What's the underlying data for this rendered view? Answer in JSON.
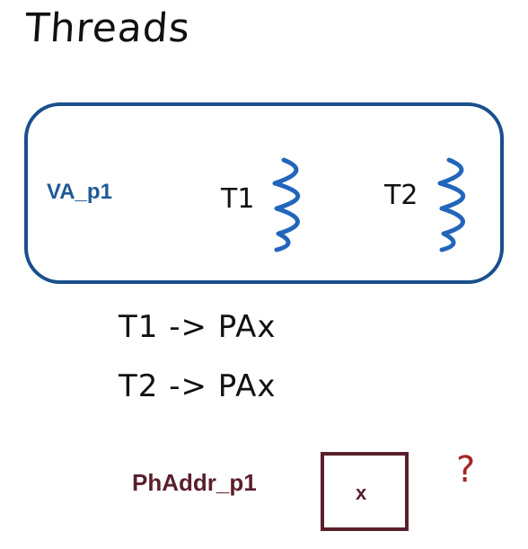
{
  "title": "Threads",
  "process": {
    "va_label": "VA_p1",
    "threads": [
      {
        "label": "T1"
      },
      {
        "label": "T2"
      }
    ]
  },
  "mappings": [
    {
      "text": "T1 -> PAx"
    },
    {
      "text": "T2 -> PAx"
    }
  ],
  "physical": {
    "label": "PhAddr_p1",
    "cell_value": "x",
    "annotation": "?"
  },
  "colors": {
    "process_border": "#1a4f8c",
    "thread_squiggle": "#2266bb",
    "physical": "#5a1f2c",
    "question": "#a52626"
  }
}
